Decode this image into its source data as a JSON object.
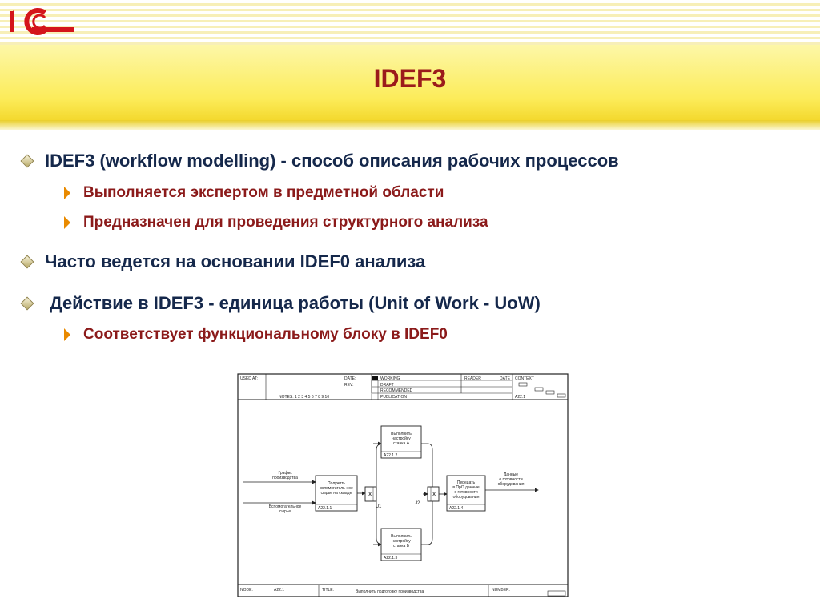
{
  "logo": {
    "text": "1С"
  },
  "title": "IDEF3",
  "bullets": [
    {
      "text": "IDEF3 (workflow modelling) - способ описания рабочих процессов"
    },
    {
      "text": "Выполняется экспертом в предметной области"
    },
    {
      "text": "Предназначен для проведения структурного анализа"
    },
    {
      "text": "Часто ведется на основании IDEF0 анализа"
    },
    {
      "text": "Действие в IDEF3 - единица работы (Unit of Work - UoW)"
    },
    {
      "text": "Соответствует функциональному блоку в IDEF0"
    }
  ],
  "diagram": {
    "header": {
      "used_at": "USED AT:",
      "date1": "DATE:",
      "rev": "REV:",
      "working": "WORKING",
      "draft": "DRAFT",
      "recommended": "RECOMMENDED",
      "publication": "PUBLICATION",
      "reader": "READER",
      "date2": "DATE",
      "context": "CONTEXT",
      "context_id": "A22.1",
      "notes": "NOTES:  1 2 3 4 5 6 7 8 9 10"
    },
    "inputs": {
      "in1": [
        "График",
        "производства"
      ],
      "in2": [
        "Вспомогательное",
        "сырье"
      ]
    },
    "boxes": {
      "b1": {
        "lines": [
          "Получить",
          "вспомогатель-ное",
          "сырье на складе"
        ],
        "id": "A22.1.1"
      },
      "b2": {
        "lines": [
          "Выполнить",
          "настройку",
          "станка А"
        ],
        "id": "A22.1.2"
      },
      "b3": {
        "lines": [
          "Выполнить",
          "настройку",
          "станка Б"
        ],
        "id": "A22.1.3"
      },
      "b4": {
        "lines": [
          "Передать",
          "в ПрО данные",
          "о готовности",
          "оборудования"
        ],
        "id": "A22.1.4"
      }
    },
    "junctions": {
      "j1_label": "X",
      "j1_name": "J1",
      "j2_label": "X",
      "j2_name": "J2"
    },
    "output": [
      "Данные",
      "о готовности",
      "оборудования"
    ],
    "footer": {
      "node": "NODE:",
      "node_id": "A22.1",
      "title_label": "TITLE:",
      "title": "Выполнить подготовку производства",
      "number": "NUMBER:"
    }
  }
}
